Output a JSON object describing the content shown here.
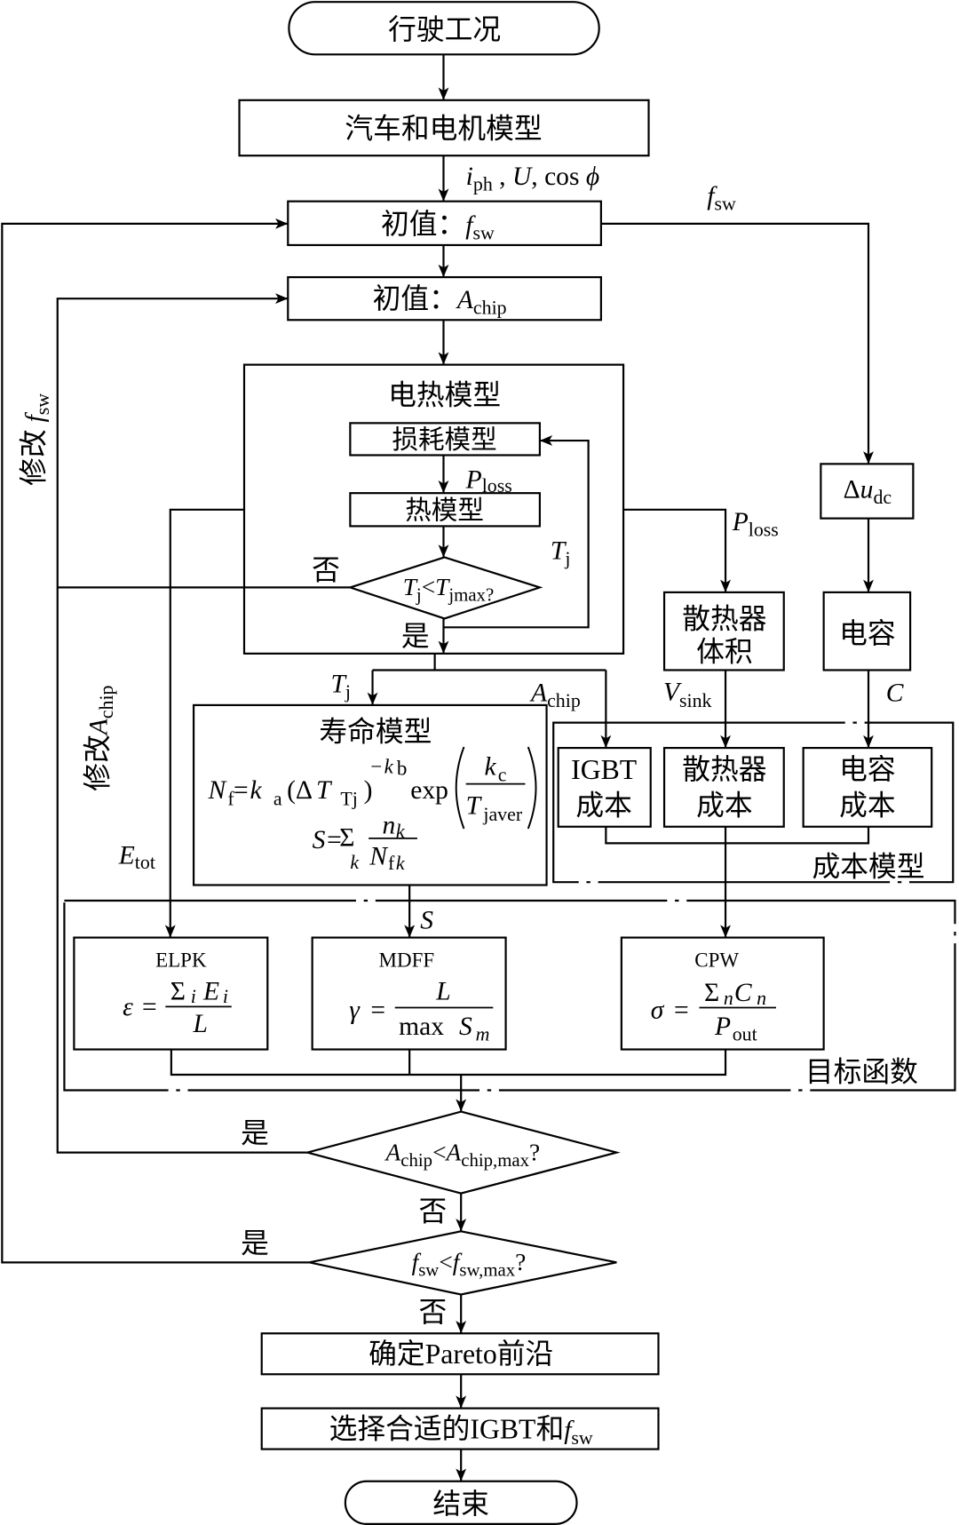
{
  "flowchart": {
    "start": {
      "label": "行驶工况"
    },
    "vehicle_motor_model": {
      "label": "汽车和电机模型"
    },
    "init_fsw": {
      "prefix": "初值：",
      "var": "f",
      "sub": "sw"
    },
    "init_achip": {
      "prefix": "初值：",
      "var": "A",
      "sub": "chip"
    },
    "electrothermal_model": {
      "title": "电热模型",
      "loss_model": "损耗模型",
      "thermal_model": "热模型",
      "check": {
        "lhs": "T",
        "lhs_sub": "j",
        "op": "<",
        "rhs": "T",
        "rhs_sub": "jmax",
        "q": "?"
      }
    },
    "delta_udc": {
      "delta": "Δ",
      "var": "u",
      "sub": "dc"
    },
    "heatsink_volume": {
      "line1": "散热器",
      "line2": "体积"
    },
    "capacitor": {
      "label": "电容"
    },
    "life_model": {
      "title": "寿命模型",
      "nf_formula": {
        "lhs": "N",
        "lhs_sub": "f",
        "eq": "=",
        "coef": "k",
        "coef_sub": "a",
        "lparen": "(",
        "delta": "Δ",
        "var": "T",
        "var_sub": "Tj",
        "rparen": ")",
        "sup_sign": "−",
        "sup_var": "k",
        "sup_sub": "b",
        "func": "exp",
        "num": "k",
        "num_sub": "c",
        "den": "T",
        "den_sub": "javer"
      },
      "s_formula": {
        "lhs": "S",
        "eq": "=",
        "sum": "Σ",
        "sum_index": "k",
        "num": "n",
        "num_sub": "k",
        "den": "N",
        "den_sub": "f",
        "den_sub_index": "k"
      }
    },
    "cost_model": {
      "title": "成本模型",
      "igbt_cost": {
        "line1": "IGBT",
        "line2": "成本"
      },
      "heatsink_cost": {
        "line1": "散热器",
        "line2": "成本"
      },
      "capacitor_cost": {
        "line1": "电容",
        "line2": "成本"
      }
    },
    "objective_functions": {
      "title": "目标函数",
      "elpk": {
        "name": "ELPK",
        "lhs": "ε",
        "eq": "=",
        "num_sum": "Σ",
        "num_sum_sub": "i",
        "num_var": "E",
        "num_var_sub": "i",
        "den": "L"
      },
      "mdff": {
        "name": "MDFF",
        "lhs": "γ",
        "eq": "=",
        "num": "L",
        "den_func": "max",
        "den_var": "S",
        "den_sub": "m"
      },
      "cpw": {
        "name": "CPW",
        "lhs": "σ",
        "eq": "=",
        "num_sum": "Σ",
        "num_sum_sub": "n",
        "num_var": "C",
        "num_var_sub": "n",
        "den": "P",
        "den_sub": "out"
      }
    },
    "check_achip": {
      "lhs": "A",
      "lhs_sub": "chip",
      "op": "<",
      "rhs": "A",
      "rhs_sub": "chip,max",
      "q": "?"
    },
    "check_fsw": {
      "lhs": "f",
      "lhs_sub": "sw",
      "op": "<",
      "rhs": "f",
      "rhs_sub": "sw,max",
      "q": "?"
    },
    "pareto": {
      "label": "确定Pareto前沿"
    },
    "select": {
      "prefix": "选择合适的IGBT和",
      "var": "f",
      "sub": "sw"
    },
    "end": {
      "label": "结束"
    }
  },
  "edge_labels": {
    "motor_outputs": {
      "i": "i",
      "i_sub": "ph",
      "sep1": " , ",
      "u": "U",
      "sep2": ", cos ",
      "phi": "ϕ"
    },
    "fsw_branch": {
      "var": "f",
      "sub": "sw"
    },
    "ploss_inner": {
      "var": "P",
      "sub": "loss"
    },
    "tj_feedback": {
      "var": "T",
      "sub": "j"
    },
    "et_no": "否",
    "et_yes": "是",
    "ploss_heatsink": {
      "var": "P",
      "sub": "loss"
    },
    "tj_life": {
      "var": "T",
      "sub": "j"
    },
    "achip_cost": {
      "var": "A",
      "sub": "chip"
    },
    "vsink": {
      "var": "V",
      "sub": "sink"
    },
    "capacitance": {
      "var": "C"
    },
    "etot": {
      "var": "E",
      "sub": "tot"
    },
    "damage": {
      "var": "S"
    },
    "modify_fsw": {
      "prefix": "修改 ",
      "var": "f",
      "sub": "sw"
    },
    "modify_achip": {
      "prefix": "修改",
      "var": "A",
      "sub": "chip"
    },
    "achip_yes": "是",
    "achip_no": "否",
    "fsw_yes": "是",
    "fsw_no": "否"
  }
}
